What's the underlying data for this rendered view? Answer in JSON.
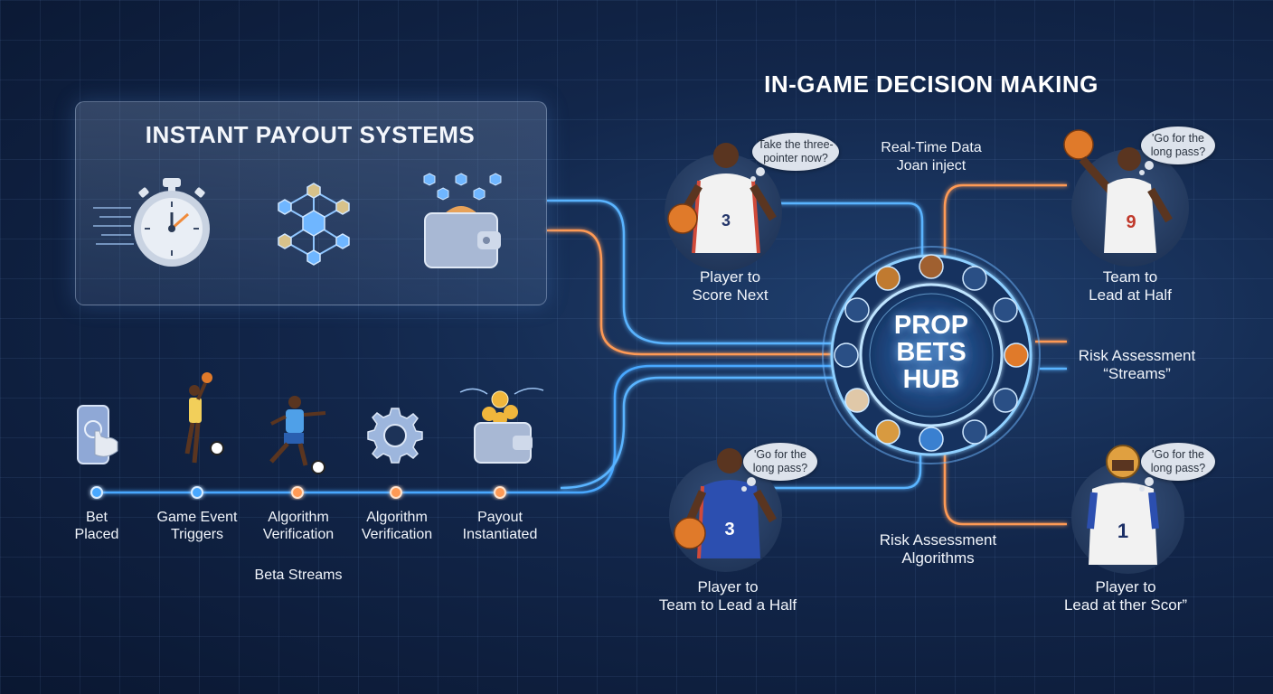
{
  "left_panel": {
    "title": "INSTANT PAYOUT SYSTEMS",
    "icons": [
      "stopwatch-icon",
      "blockchain-network-icon",
      "wallet-icon"
    ]
  },
  "timeline": {
    "steps": [
      {
        "label": "Bet\nPlaced",
        "icon": "phone-tap-icon",
        "color": "#4aa8ff"
      },
      {
        "label": "Game Event\nTriggers",
        "icon": "basketball-player-icon",
        "color": "#4aa8ff"
      },
      {
        "label": "Algorithm\nVerification",
        "icon": "soccer-player-icon",
        "color": "#ff9a55"
      },
      {
        "label": "Algorithm\nVerification",
        "icon": "gear-icon",
        "color": "#ff9a55"
      },
      {
        "label": "Payout\nInstantiated",
        "icon": "coin-wallet-icon",
        "color": "#ff9a55"
      }
    ],
    "caption": "Beta Streams"
  },
  "right_section": {
    "title": "IN-GAME DECISION MAKING",
    "hub": {
      "line1": "PROP",
      "line2": "BETS",
      "line3": "HUB"
    },
    "labels": {
      "real_time": "Real-Time Data\nJoan inject",
      "risk_streams": "Risk Assessment\n“Streams”",
      "risk_algorithms": "Risk Assessment\nAlgorithms"
    },
    "players": [
      {
        "bubble": "Take the three-\npointer now?",
        "jersey": "3",
        "caption": "Player to\nScore Next",
        "color": "#f2f2f2"
      },
      {
        "bubble": "'Go for the\nlong pass?",
        "jersey": "9",
        "caption": "Team to\nLead at Half",
        "color": "#f2f2f2"
      },
      {
        "bubble": "'Go for the\nlong pass?",
        "jersey": "3",
        "caption": "Player to\nTeam to Lead a Half",
        "color": "#2c4fb0"
      },
      {
        "bubble": "'Go for the\nlong pass?",
        "jersey": "1",
        "caption": "Player to\nLead at ther Scor”",
        "color": "#f2f2f2"
      }
    ]
  },
  "colors": {
    "blue_glow": "#4aa8ff",
    "orange_glow": "#ff9a55",
    "background": "#12264a"
  }
}
